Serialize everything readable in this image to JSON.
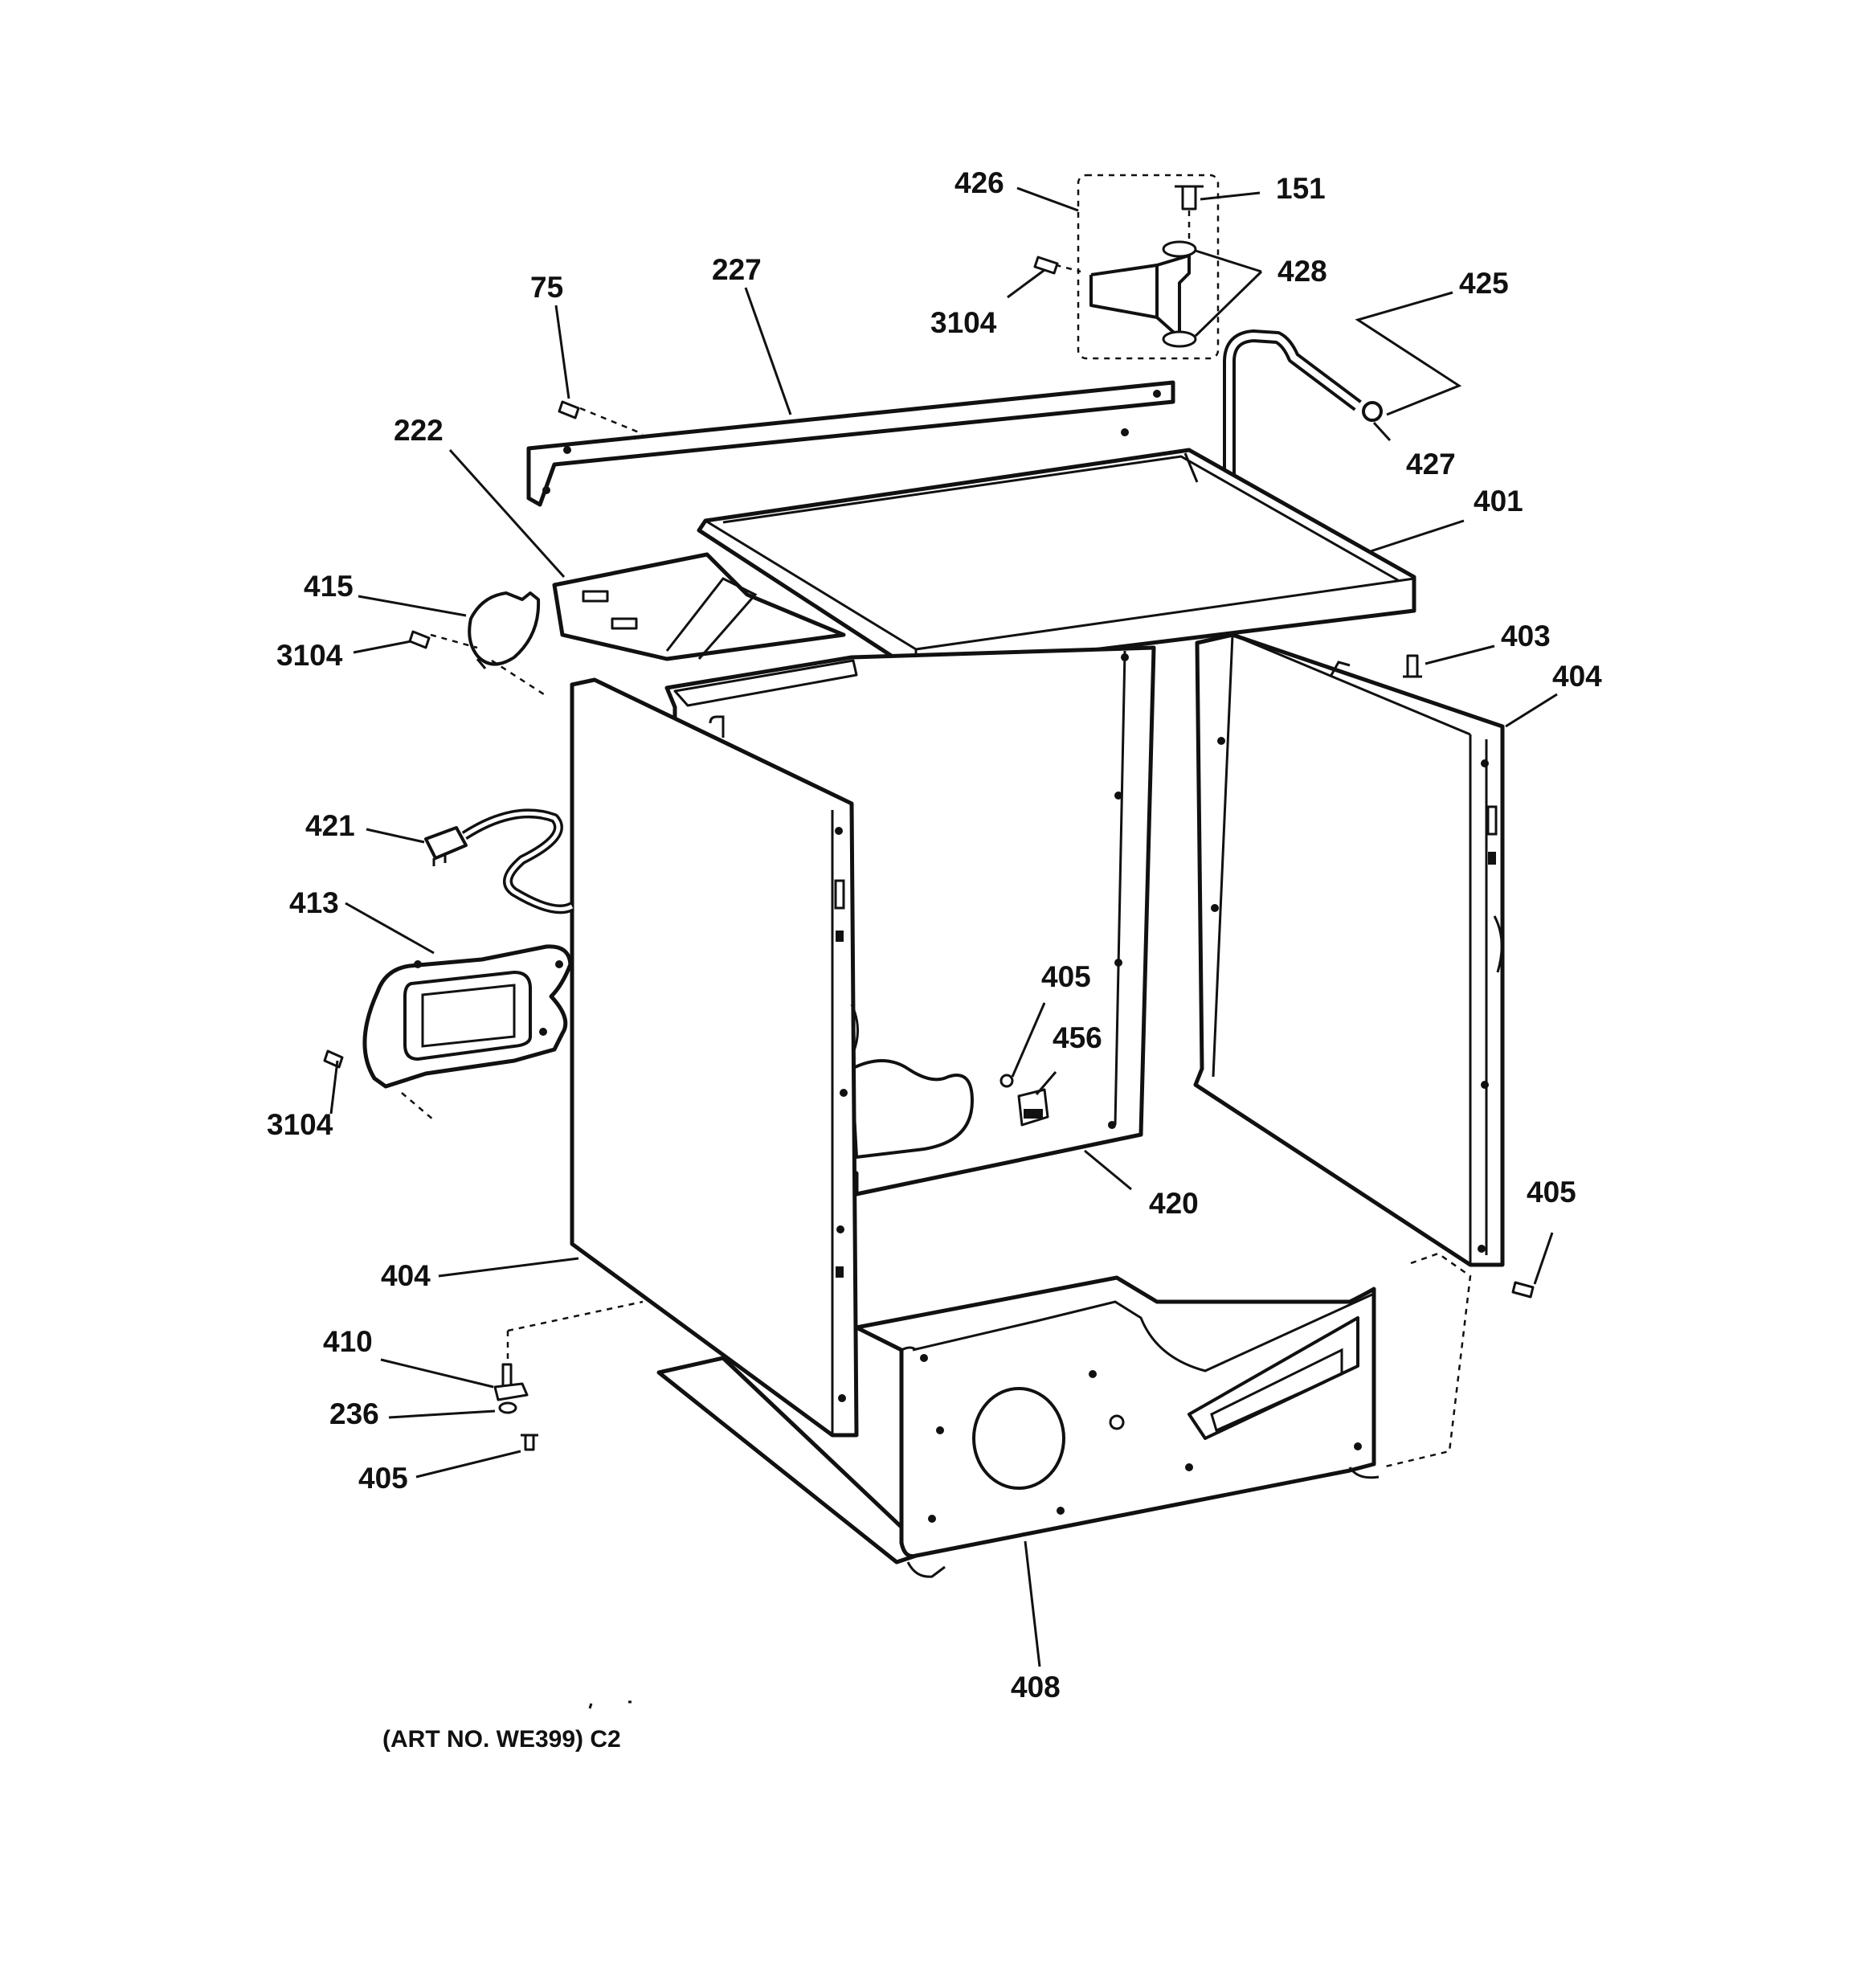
{
  "caption": "(ART NO. WE399) C2",
  "callouts": [
    {
      "id": "c426",
      "text": "426"
    },
    {
      "id": "c151",
      "text": "151"
    },
    {
      "id": "c428",
      "text": "428"
    },
    {
      "id": "c3104a",
      "text": "3104"
    },
    {
      "id": "c425",
      "text": "425"
    },
    {
      "id": "c75",
      "text": "75"
    },
    {
      "id": "c227",
      "text": "227"
    },
    {
      "id": "c427",
      "text": "427"
    },
    {
      "id": "c222",
      "text": "222"
    },
    {
      "id": "c401",
      "text": "401"
    },
    {
      "id": "c415",
      "text": "415"
    },
    {
      "id": "c3104b",
      "text": "3104"
    },
    {
      "id": "c403",
      "text": "403"
    },
    {
      "id": "c404a",
      "text": "404"
    },
    {
      "id": "c421",
      "text": "421"
    },
    {
      "id": "c413",
      "text": "413"
    },
    {
      "id": "c405a",
      "text": "405"
    },
    {
      "id": "c456",
      "text": "456"
    },
    {
      "id": "c3104c",
      "text": "3104"
    },
    {
      "id": "c420",
      "text": "420"
    },
    {
      "id": "c405b",
      "text": "405"
    },
    {
      "id": "c404b",
      "text": "404"
    },
    {
      "id": "c410",
      "text": "410"
    },
    {
      "id": "c236",
      "text": "236"
    },
    {
      "id": "c405c",
      "text": "405"
    },
    {
      "id": "c408",
      "text": "408"
    }
  ]
}
